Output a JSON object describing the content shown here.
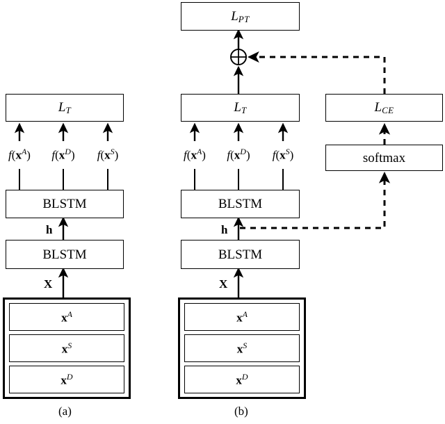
{
  "figure": {
    "caption_a": "(a)",
    "caption_b": "(b)"
  },
  "labels": {
    "loss_triplet": "L_T",
    "loss_pretrain": "L_PT",
    "loss_crossentropy": "L_CE",
    "softmax": "softmax",
    "blstm": "BLSTM",
    "hidden": "h",
    "input_matrix": "X",
    "plus_operator": "+"
  },
  "panel_a": {
    "loss_box": "L_T",
    "embedding_labels": [
      "f(x^A)",
      "f(x^D)",
      "f(x^S)"
    ],
    "blstm_upper": "BLSTM",
    "blstm_lower": "BLSTM",
    "hidden_label": "h",
    "input_label": "X",
    "input_streams": [
      "x^A",
      "x^S",
      "x^D"
    ],
    "caption": "(a)"
  },
  "panel_b": {
    "pretrain_loss_box": "L_PT",
    "loss_box": "L_T",
    "ce_loss_box": "L_CE",
    "softmax_box": "softmax",
    "sum_operator": "+",
    "embedding_labels": [
      "f(x^A)",
      "f(x^D)",
      "f(x^S)"
    ],
    "blstm_upper": "BLSTM",
    "blstm_lower": "BLSTM",
    "hidden_label": "h",
    "input_label": "X",
    "input_streams": [
      "x^A",
      "x^S",
      "x^D"
    ],
    "caption": "(b)"
  },
  "colors": {
    "stroke": "#000000",
    "background": "#ffffff"
  }
}
